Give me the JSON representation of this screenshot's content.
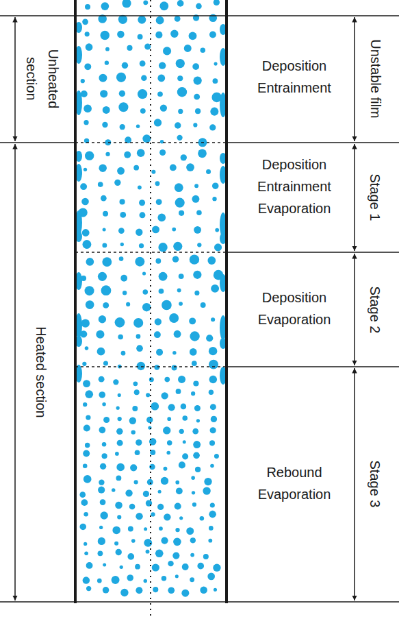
{
  "diagram": {
    "labels": [
      "Unheated section",
      "Heated section",
      "Deposition Entrainment",
      "Unstable film",
      "Deposition Entrainment Evaporation",
      "Stage 1",
      "Deposition Evaporation",
      "Stage 2",
      "Rebound Evaporation",
      "Stage 3"
    ]
  }
}
